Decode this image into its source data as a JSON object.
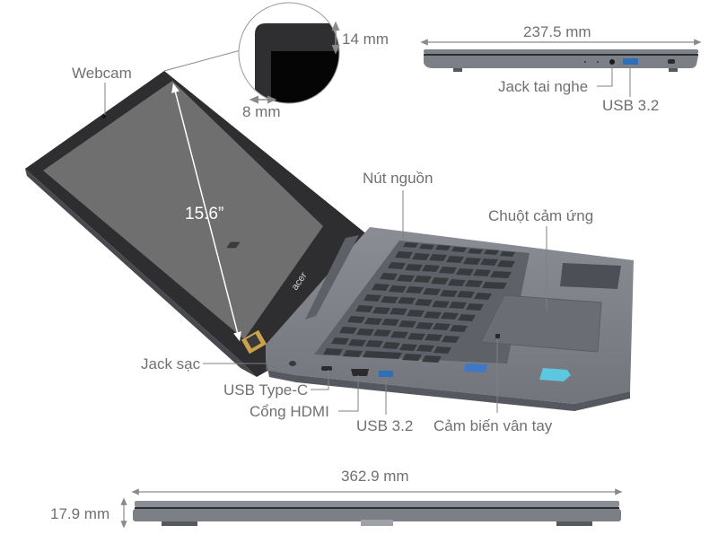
{
  "diagram": {
    "subject": "Laptop dimensions and ports",
    "colors": {
      "label_text": "#707070",
      "leader_line": "#808080",
      "screen": "#6f6f6f",
      "bezel": "#2e2e30",
      "chassis": "#7c7f86",
      "chassis_dark": "#55585e",
      "key": "#3a3b3f",
      "usb_port_blue": "#2f6fb8",
      "sticker_gold": "#c9a24a",
      "sticker_cyan": "#5ec7e0"
    },
    "labels": {
      "webcam": "Webcam",
      "screen_size": "15.6”",
      "bezel_top": "14 mm",
      "bezel_side": "8 mm",
      "power_button": "Nút nguồn",
      "touchpad": "Chuột cảm ứng",
      "charging_jack": "Jack sạc",
      "usb_type_c": "USB Type-C",
      "hdmi": "Cổng HDMI",
      "usb_left": "USB 3.2",
      "fingerprint": "Cảm biến vân tay",
      "headphone_jack": "Jack tai nghe",
      "usb_right": "USB 3.2",
      "depth": "237.5 mm",
      "width": "362.9 mm",
      "thickness": "17.9 mm"
    }
  }
}
